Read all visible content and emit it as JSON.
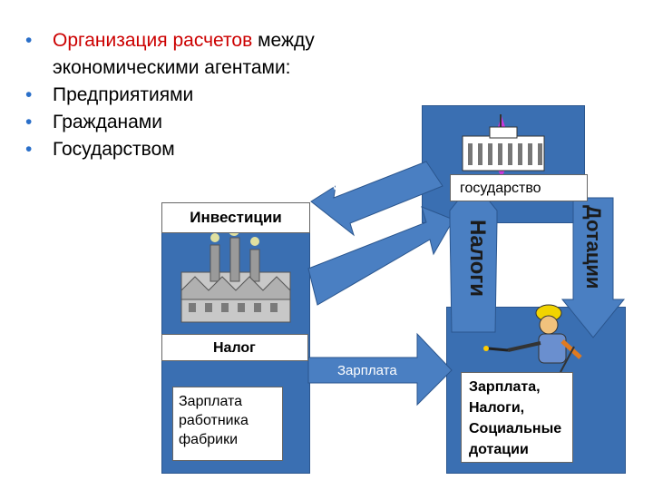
{
  "bullets": {
    "item1_red": "Организация расчетов",
    "item1_rest": " между",
    "item1_line2": "экономическими агентами:",
    "item2": "Предприятиями",
    "item3": "Гражданами",
    "item4": "Государством"
  },
  "labels": {
    "investments_box": "Инвестиции",
    "state_box": "государство",
    "tax_box": "Налог",
    "worker_pay_box": [
      "Зарплата",
      "работника",
      "фабрики"
    ],
    "citizen_box": [
      "Зарплата,",
      "Налоги,",
      "Социальные",
      "дотации"
    ]
  },
  "arrows": {
    "investments": "Инвестиции",
    "taxes_diag": "Налоги",
    "salary": "Зарплата",
    "taxes_vertical": "Налоги",
    "subsidies_vertical": "Дотации"
  },
  "colors": {
    "panel": "#3a6fb2",
    "arrow": "#4a7fc2",
    "bullet_accent": "#cc0000"
  },
  "icons": [
    "factory-icon",
    "government-building-icon",
    "worker-icon"
  ]
}
